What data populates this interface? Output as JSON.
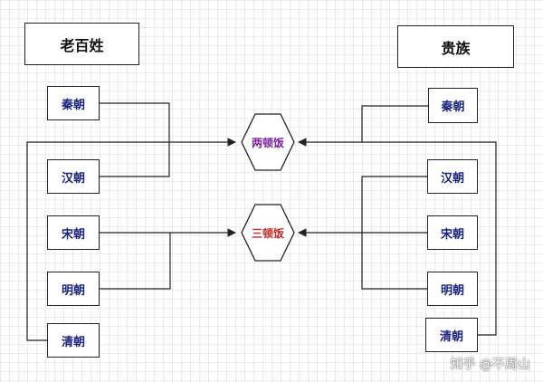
{
  "groups": {
    "left": "老百姓",
    "right": "贵族"
  },
  "left_dynasties": [
    "秦朝",
    "汉朝",
    "宋朝",
    "明朝",
    "清朝"
  ],
  "right_dynasties": [
    "秦朝",
    "汉朝",
    "宋朝",
    "明朝",
    "清朝"
  ],
  "hexagons": {
    "top": {
      "label": "两顿饭",
      "color": "#7b1fa2"
    },
    "bottom": {
      "label": "三顿饭",
      "color": "#c62828"
    }
  },
  "watermark": "知乎 @不周山"
}
